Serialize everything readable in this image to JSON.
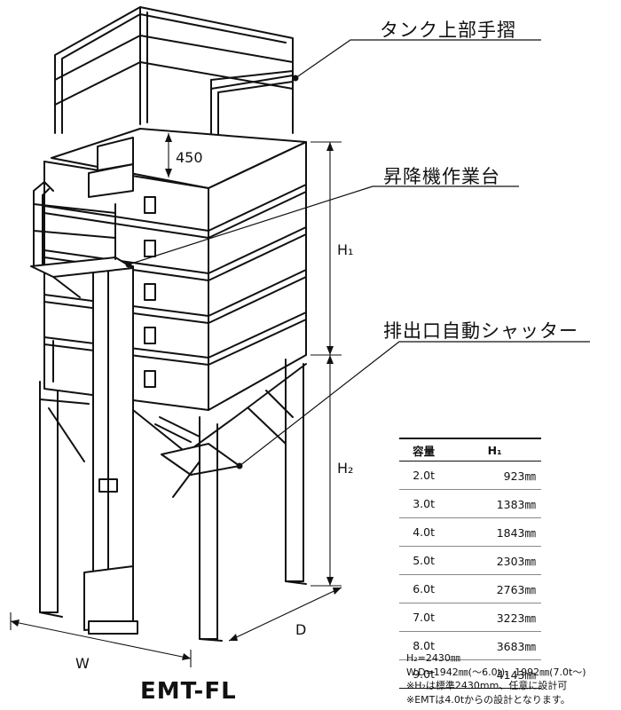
{
  "callouts": {
    "tank_handrail": "タンク上部手摺",
    "elevator_platform": "昇降機作業台",
    "discharge_shutter": "排出口自動シャッター"
  },
  "dimensions": {
    "height_top": "450",
    "h1": "H₁",
    "h2": "H₂",
    "w": "W",
    "d": "D"
  },
  "model_name": "EMT-FL",
  "spec_table": {
    "headers": [
      "容量",
      "H₁"
    ],
    "rows": [
      [
        "2.0t",
        "923㎜"
      ],
      [
        "3.0t",
        "1383㎜"
      ],
      [
        "4.0t",
        "1843㎜"
      ],
      [
        "5.0t",
        "2303㎜"
      ],
      [
        "6.0t",
        "2763㎜"
      ],
      [
        "7.0t",
        "3223㎜"
      ],
      [
        "8.0t",
        "3683㎜"
      ],
      [
        "9.0t",
        "4143㎜"
      ]
    ]
  },
  "notes": [
    "H₂=2430㎜",
    "W.D=1942㎜(～6.0t)、1992㎜(7.0t～)",
    "※H₂は標準2430mm、任意に設計可",
    "※EMTは4.0tからの設計となります。"
  ]
}
